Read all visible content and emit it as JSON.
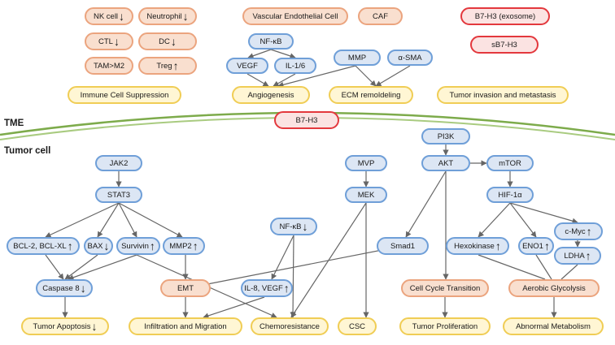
{
  "sections": {
    "tme": "TME",
    "tumor": "Tumor cell"
  },
  "arrows": {
    "down": "↓",
    "up": "↑"
  },
  "colors": {
    "blue": "#6f9fd8",
    "orange": "#eba47e",
    "yellow": "#f0cd55",
    "red": "#e3383d",
    "membrane": "#7dab4b"
  },
  "tme": {
    "nk": "NK cell",
    "neutrophil": "Neutrophil",
    "ctl": "CTL",
    "dc": "DC",
    "tam": "TAM>M2",
    "treg": "Treg",
    "immune_suppression": "Immune Cell Suppression",
    "vascular": "Vascular Endothelial Cell",
    "caf": "CAF",
    "nfkb": "NF-κB",
    "vegf": "VEGF",
    "il16": "IL-1/6",
    "angiogenesis": "Angiogenesis",
    "mmp": "MMP",
    "asma": "α-SMA",
    "ecm": "ECM remoldeling",
    "exosome": "B7-H3 (exosome)",
    "sb7h3": "sB7-H3",
    "invasion": "Tumor invasion and metastasis"
  },
  "membrane": {
    "b7h3": "B7-H3"
  },
  "tumor": {
    "jak2": "JAK2",
    "stat3": "STAT3",
    "bcl2": "BCL-2, BCL-XL",
    "bax": "BAX",
    "survivin": "Survivin",
    "mmp2": "MMP2",
    "caspase8": "Caspase 8",
    "apoptosis": "Tumor Apoptosis",
    "emt": "EMT",
    "infiltration": "Infiltration and Migration",
    "nfkb": "NF-κB",
    "il8": "IL-8, VEGF",
    "chemoresistance": "Chemoresistance",
    "mvp": "MVP",
    "mek": "MEK",
    "csc": "CSC",
    "smad1": "Smad1",
    "pi3k": "PI3K",
    "akt": "AKT",
    "mtor": "mTOR",
    "hif": "HIF-1α",
    "cell_cycle": "Cell Cycle Transition",
    "proliferation": "Tumor Proliferation",
    "hexokinase": "Hexokinase",
    "eno1": "ENO1",
    "cmyc": "c-Myc",
    "ldha": "LDHA",
    "glycolysis": "Aerobic Glycolysis",
    "metabolism": "Abnormal Metabolism"
  }
}
